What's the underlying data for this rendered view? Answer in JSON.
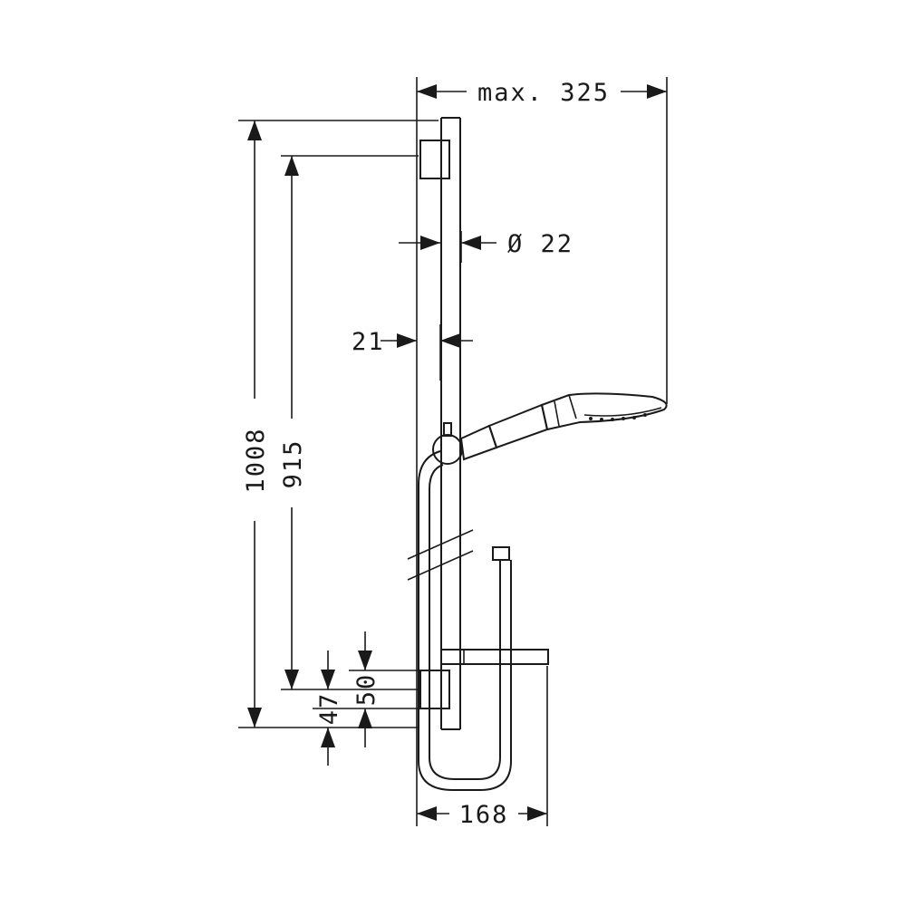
{
  "dimensions": {
    "max_width": "max. 325",
    "diameter": "Ø 22",
    "offset": "21",
    "total_height": "1008",
    "rail_height": "915",
    "lower_gap": "50",
    "bottom_offset": "47",
    "hose_width": "168"
  }
}
